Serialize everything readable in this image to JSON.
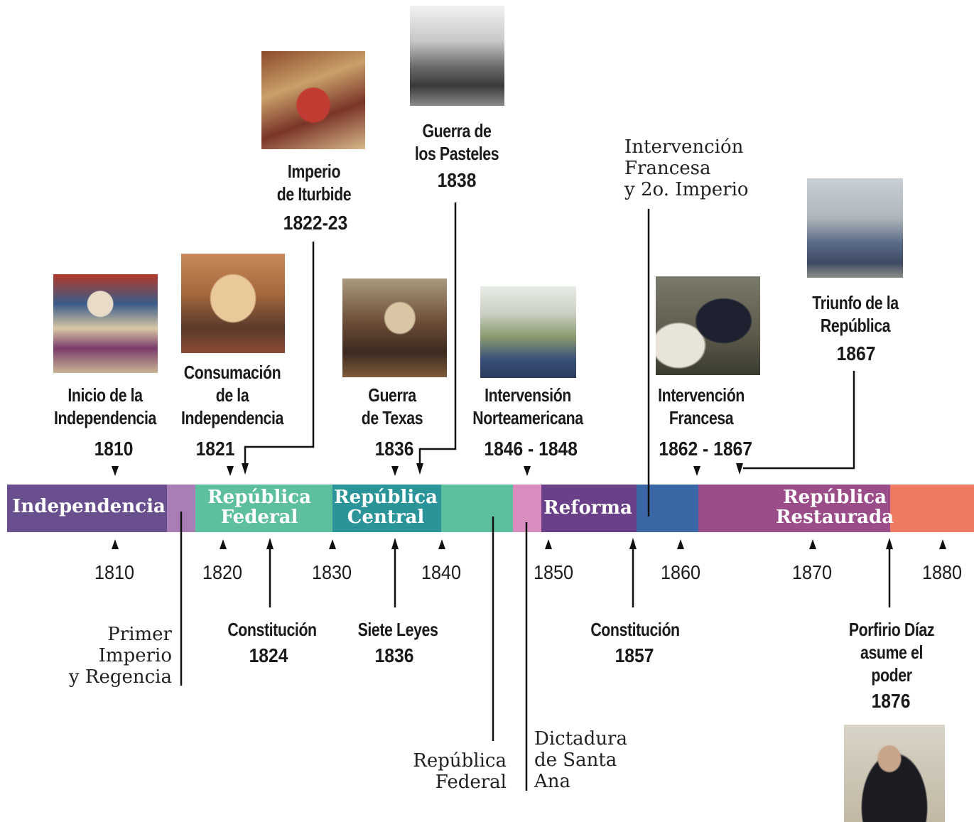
{
  "events_top": [
    {
      "id": "inicio",
      "title": "Inicio de la\nIndependencia",
      "year": "1810"
    },
    {
      "id": "consumacion",
      "title": "Consumación\nde la\nIndependencia",
      "year": "1821"
    },
    {
      "id": "iturbide",
      "title": "Imperio\nde Iturbide",
      "year": "1822-23"
    },
    {
      "id": "pasteles",
      "title": "Guerra de\nlos Pasteles",
      "year": "1838"
    },
    {
      "id": "texas",
      "title": "Guerra\nde Texas",
      "year": "1836"
    },
    {
      "id": "norteamericana",
      "title": "Intervensión\nNorteamericana",
      "year": "1846 - 1848"
    },
    {
      "id": "francesa",
      "title": "Intervención\nFrancesa",
      "year": "1862 - 1867"
    },
    {
      "id": "triunfo",
      "title": "Triunfo de la\nRepública",
      "year": "1867"
    }
  ],
  "notes_top": {
    "intervencion_imperio": "Intervención\nFrancesa\ny 2o. Imperio"
  },
  "periods": {
    "independencia": "Independencia",
    "republica_federal": "República\nFederal",
    "republica_central": "República\nCentral",
    "reforma": "Reforma",
    "republica_restaurada": "República\nRestaurada"
  },
  "period_colors": {
    "independencia": "#6a4f8f",
    "primer_imperio": "#a97db5",
    "republica_federal": "#5dbf9d",
    "republica_central": "#2a9498",
    "republica_federal_2": "#5dbf9d",
    "santa_ana": "#d98dbf",
    "reforma": "#6a4189",
    "intervencion": "#3b67a6",
    "republica_restaurada": "#9b4d89",
    "porfiriato": "#ef7a62"
  },
  "axis_years": [
    "1810",
    "1820",
    "1830",
    "1840",
    "1850",
    "1860",
    "1870",
    "1880"
  ],
  "events_bottom": [
    {
      "id": "const1824",
      "title": "Constitución",
      "year": "1824"
    },
    {
      "id": "sieteleyes",
      "title": "Siete Leyes",
      "year": "1836"
    },
    {
      "id": "const1857",
      "title": "Constitución",
      "year": "1857"
    },
    {
      "id": "porfirio",
      "title": "Porfirio Díaz\nasume el\npoder",
      "year": "1876"
    }
  ],
  "notes_bottom": {
    "primer_imperio": "Primer\nImperio\ny Regencia",
    "republica_federal": "República\nFederal",
    "dictadura": "Dictadura\nde Santa\nAna"
  }
}
